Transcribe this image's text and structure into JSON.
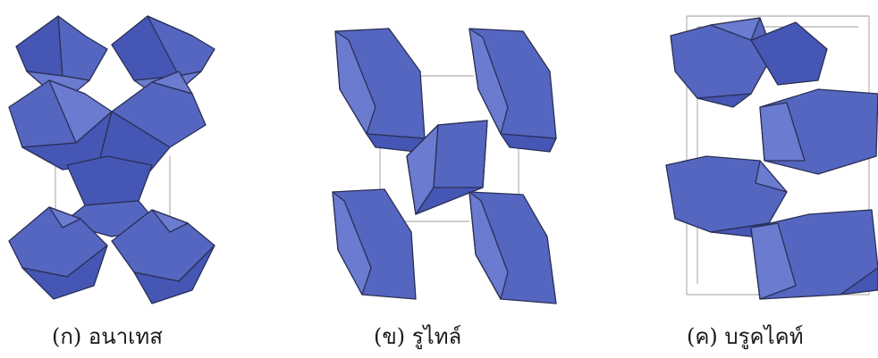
{
  "figure": {
    "panels": [
      {
        "id": "anatase",
        "caption": "(ก) อนาเทส"
      },
      {
        "id": "rutile",
        "caption": "(ข) รูไทล์"
      },
      {
        "id": "brookite",
        "caption": "(ค) บรูคไคท์"
      }
    ],
    "octahedron_color": "#5566c0",
    "edge_color": "#2a2f55",
    "cell_line_color": "#9a9a9a"
  }
}
